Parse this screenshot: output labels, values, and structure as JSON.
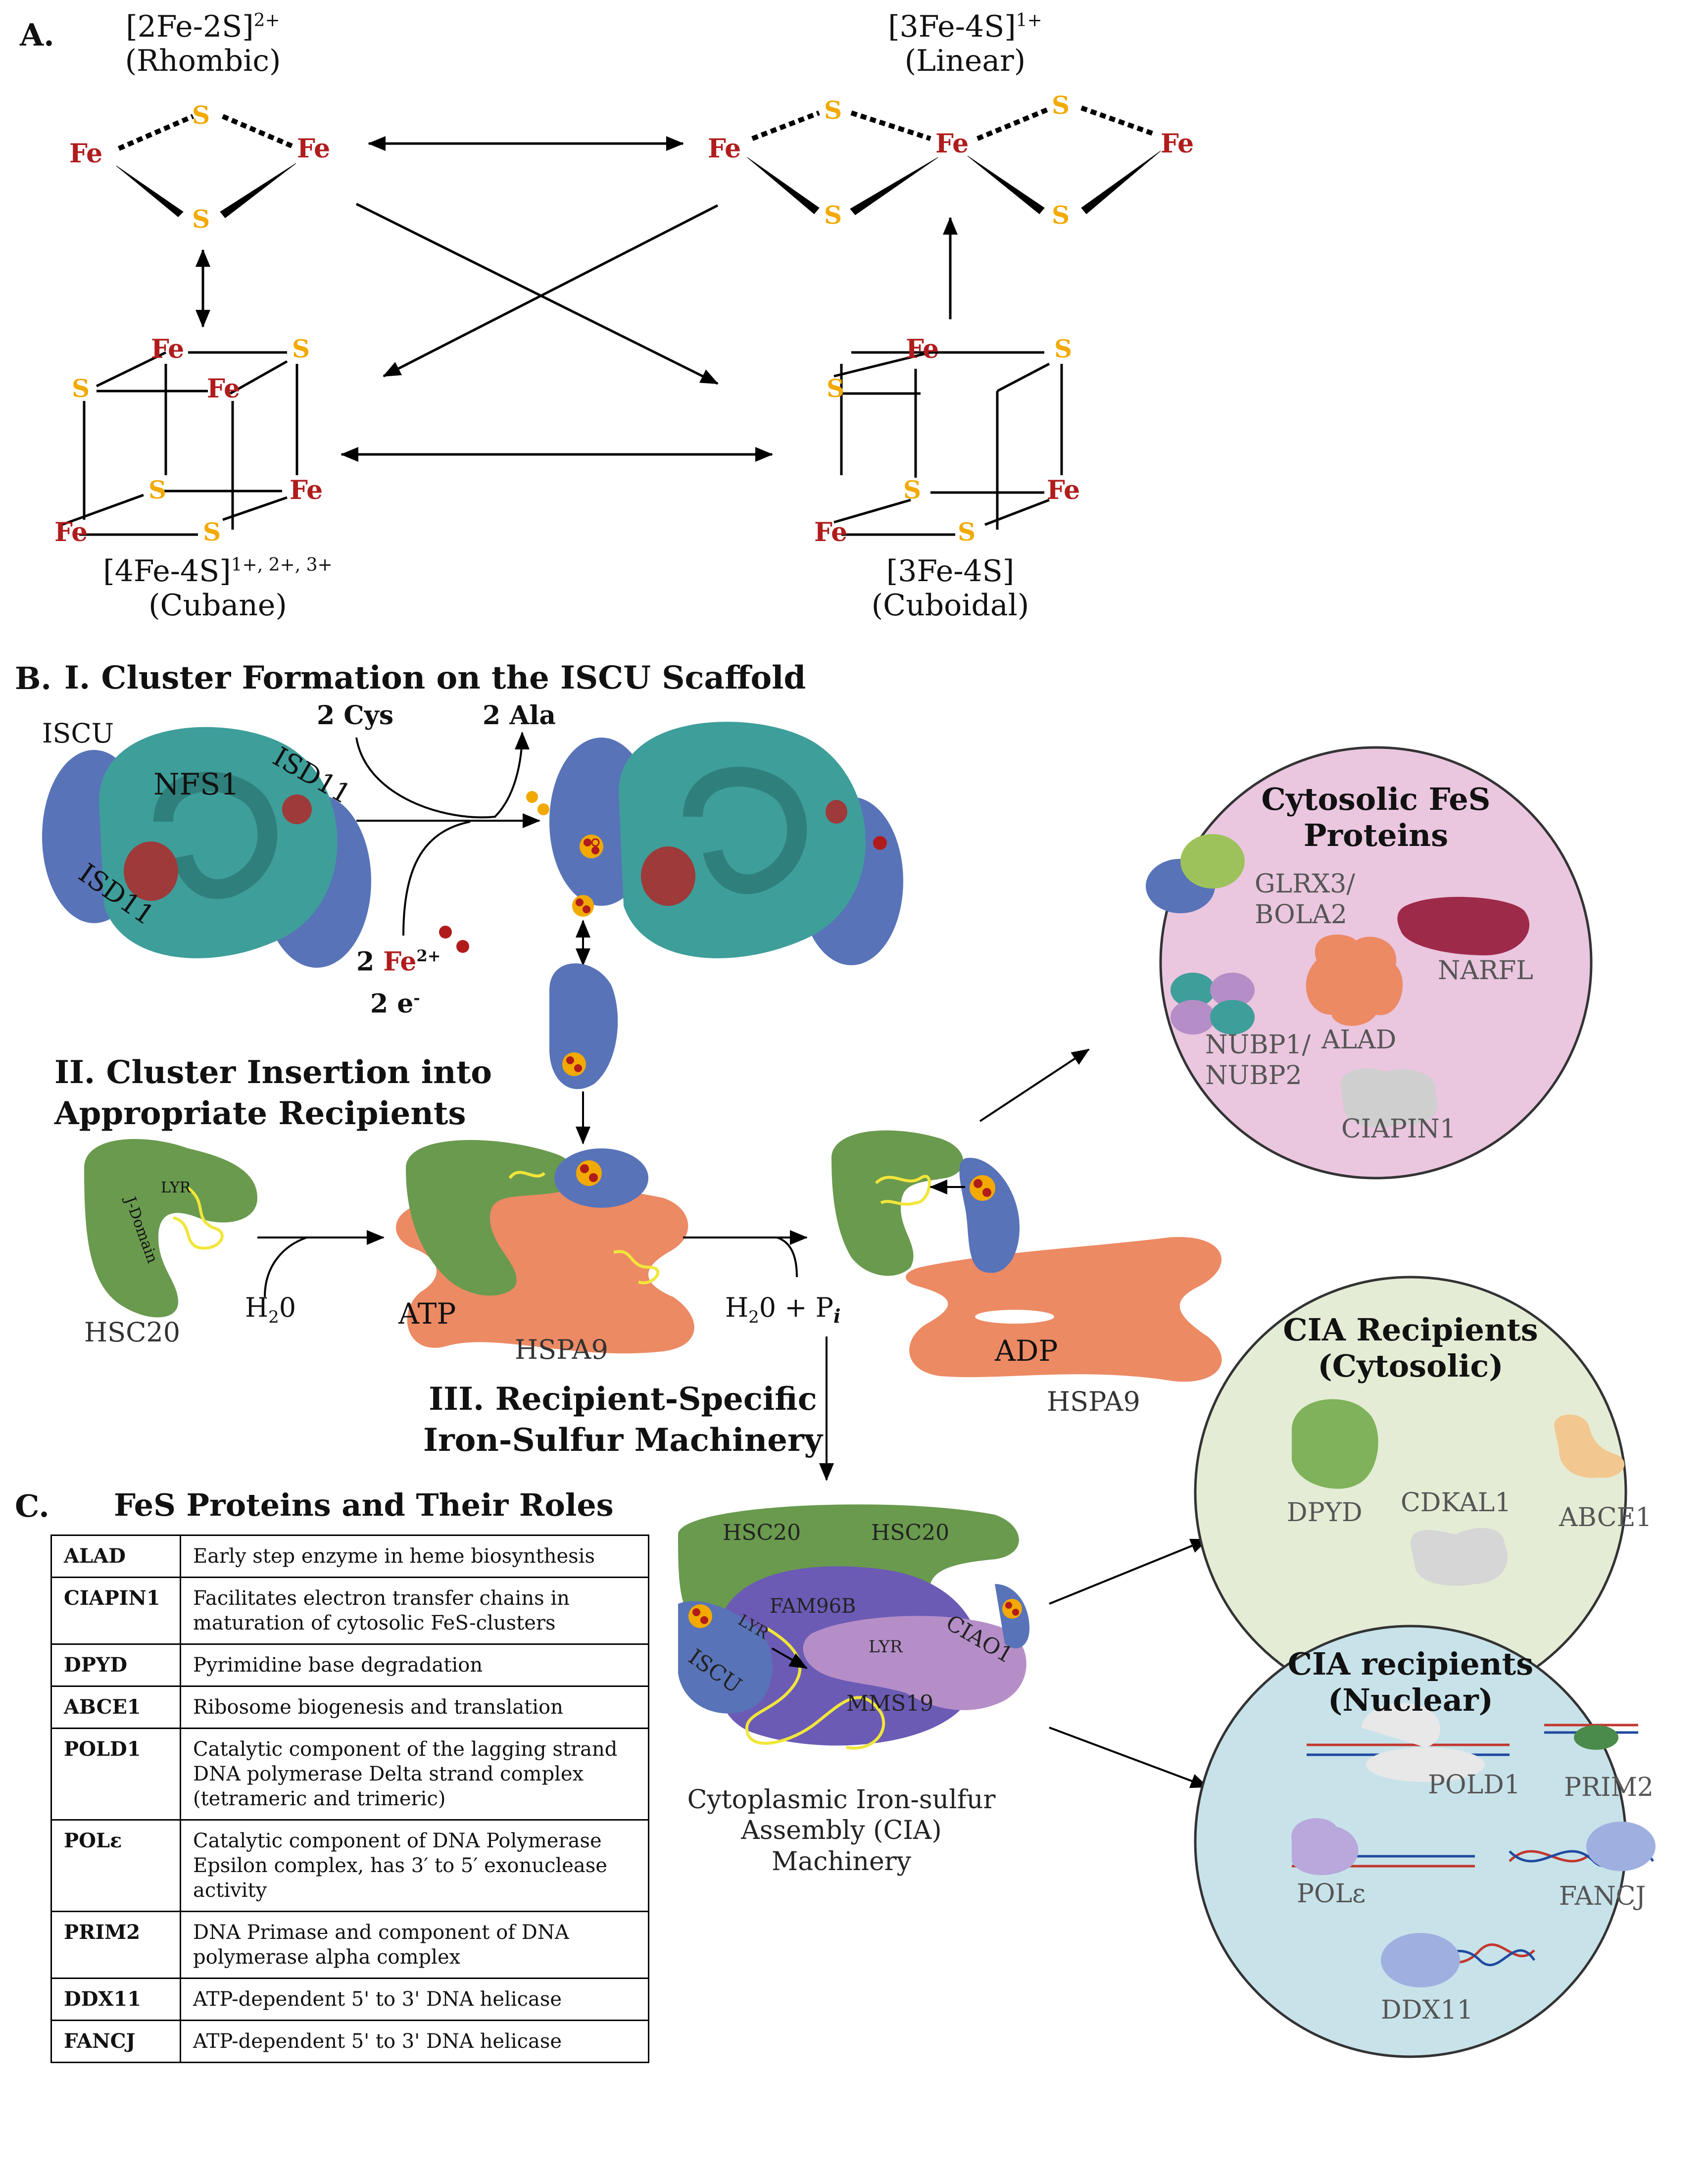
{
  "panel_a": {
    "letter": "A.",
    "rhombic": {
      "formula": "[2Fe-2S]",
      "charge": "2+",
      "name": "(Rhombic)"
    },
    "linear": {
      "formula": "[3Fe-4S]",
      "charge": "1+",
      "name": "(Linear)"
    },
    "cubane": {
      "formula": "[4Fe-4S]",
      "charge": "1+, 2+, 3+",
      "name": "(Cubane)"
    },
    "cuboidal": {
      "formula": "[3Fe-4S]",
      "name": "(Cuboidal)"
    },
    "fe_symbol": "Fe",
    "s_symbol": "S"
  },
  "panel_b": {
    "letter": "B.",
    "step1_title": "I. Cluster Formation on the ISCU Scaffold",
    "step2_title": "II. Cluster Insertion into Appropriate Recipients",
    "step2_line1": "II. Cluster Insertion into",
    "step2_line2": "Appropriate Recipients",
    "step3_line1": "III. Recipient-Specific",
    "step3_line2": "Iron-Sulfur Machinery",
    "iscu": "ISCU",
    "nfs1": "NFS1",
    "isd11": "ISD11",
    "cys": "2 Cys",
    "ala": "2 Ala",
    "fe_in": "2",
    "fe_symbol": "Fe",
    "fe_charge": "2+",
    "electrons": "2 e",
    "electron_sign": "-",
    "hsc20": "HSC20",
    "lyr": "LYR",
    "jdomain": "J-Domain",
    "water": "H",
    "water_sub": "2",
    "water_tail": "0",
    "atp": "ATP",
    "hspa9": "HSPA9",
    "hydrolysis": "H",
    "hydrolysis_tail": "0 + P",
    "hydrolysis_i": "i",
    "adp": "ADP",
    "hspa9_b": "HSPA9",
    "cia_complex": {
      "hsc20_left": "HSC20",
      "hsc20_right": "HSC20",
      "fam96b": "FAM96B",
      "lyr": "LYR",
      "iscu": "ISCU",
      "lyr2": "LYR",
      "ciao1": "CIAO1",
      "mms19": "MMS19",
      "caption_line1": "Cytoplasmic Iron-sulfur",
      "caption_line2": "Assembly (CIA)",
      "caption_line3": "Machinery"
    },
    "cytosolic_circle": {
      "title_line1": "Cytosolic FeS",
      "title_line2": "Proteins",
      "glrx3": "GLRX3/",
      "bola2": "BOLA2",
      "narfl": "NARFL",
      "alad": "ALAD",
      "nubp1": "NUBP1/",
      "nubp2": "NUBP2",
      "ciapin1": "CIAPIN1",
      "color": "#eac6df"
    },
    "cia_cyto_circle": {
      "title_line1": "CIA Recipients",
      "title_line2": "(Cytosolic)",
      "dpyd": "DPYD",
      "cdkal1": "CDKAL1",
      "abce1": "ABCE1",
      "color": "#e4ecd5"
    },
    "cia_nuc_circle": {
      "title_line1": "CIA recipients",
      "title_line2": "(Nuclear)",
      "pold1": "POLD1",
      "prim2": "PRIM2",
      "pole": "POLε",
      "fancj": "FANCJ",
      "ddx11": "DDX11",
      "color": "#c8e2ea"
    }
  },
  "panel_c": {
    "letter": "C.",
    "title": "FeS Proteins and Their Roles",
    "rows": [
      {
        "protein": "ALAD",
        "role": "Early step enzyme in heme biosynthesis"
      },
      {
        "protein": "CIAPIN1",
        "role": "Facilitates electron transfer chains in maturation of cytosolic FeS-clusters"
      },
      {
        "protein": "DPYD",
        "role": "Pyrimidine base degradation"
      },
      {
        "protein": "ABCE1",
        "role": "Ribosome biogenesis and translation"
      },
      {
        "protein": "POLD1",
        "role": "Catalytic component of the lagging strand DNA polymerase Delta strand complex (tetrameric and trimeric)"
      },
      {
        "protein": "POLε",
        "role": "Catalytic component of DNA Polymerase Epsilon complex, has 3′ to 5′ exonuclease activity"
      },
      {
        "protein": "PRIM2",
        "role": "DNA Primase and component of DNA polymerase alpha complex"
      },
      {
        "protein": "DDX11",
        "role": "ATP-dependent 5' to 3' DNA helicase"
      },
      {
        "protein": "FANCJ",
        "role": "ATP-dependent 5' to 3' DNA helicase"
      }
    ]
  },
  "colors": {
    "fe": "#b01c1c",
    "s": "#f2a900",
    "teal_nfs1": "#3e9e9a",
    "blue_iscu": "#5873b8",
    "green_hsc20": "#6a9a4e",
    "orange_hspa9": "#ec8a64",
    "purple_cia": "#6b5bb5",
    "lilac_ciao1": "#b58ec8",
    "maroon_isd11": "#9e3a3a",
    "lyr_yellow": "#f1e63a"
  }
}
